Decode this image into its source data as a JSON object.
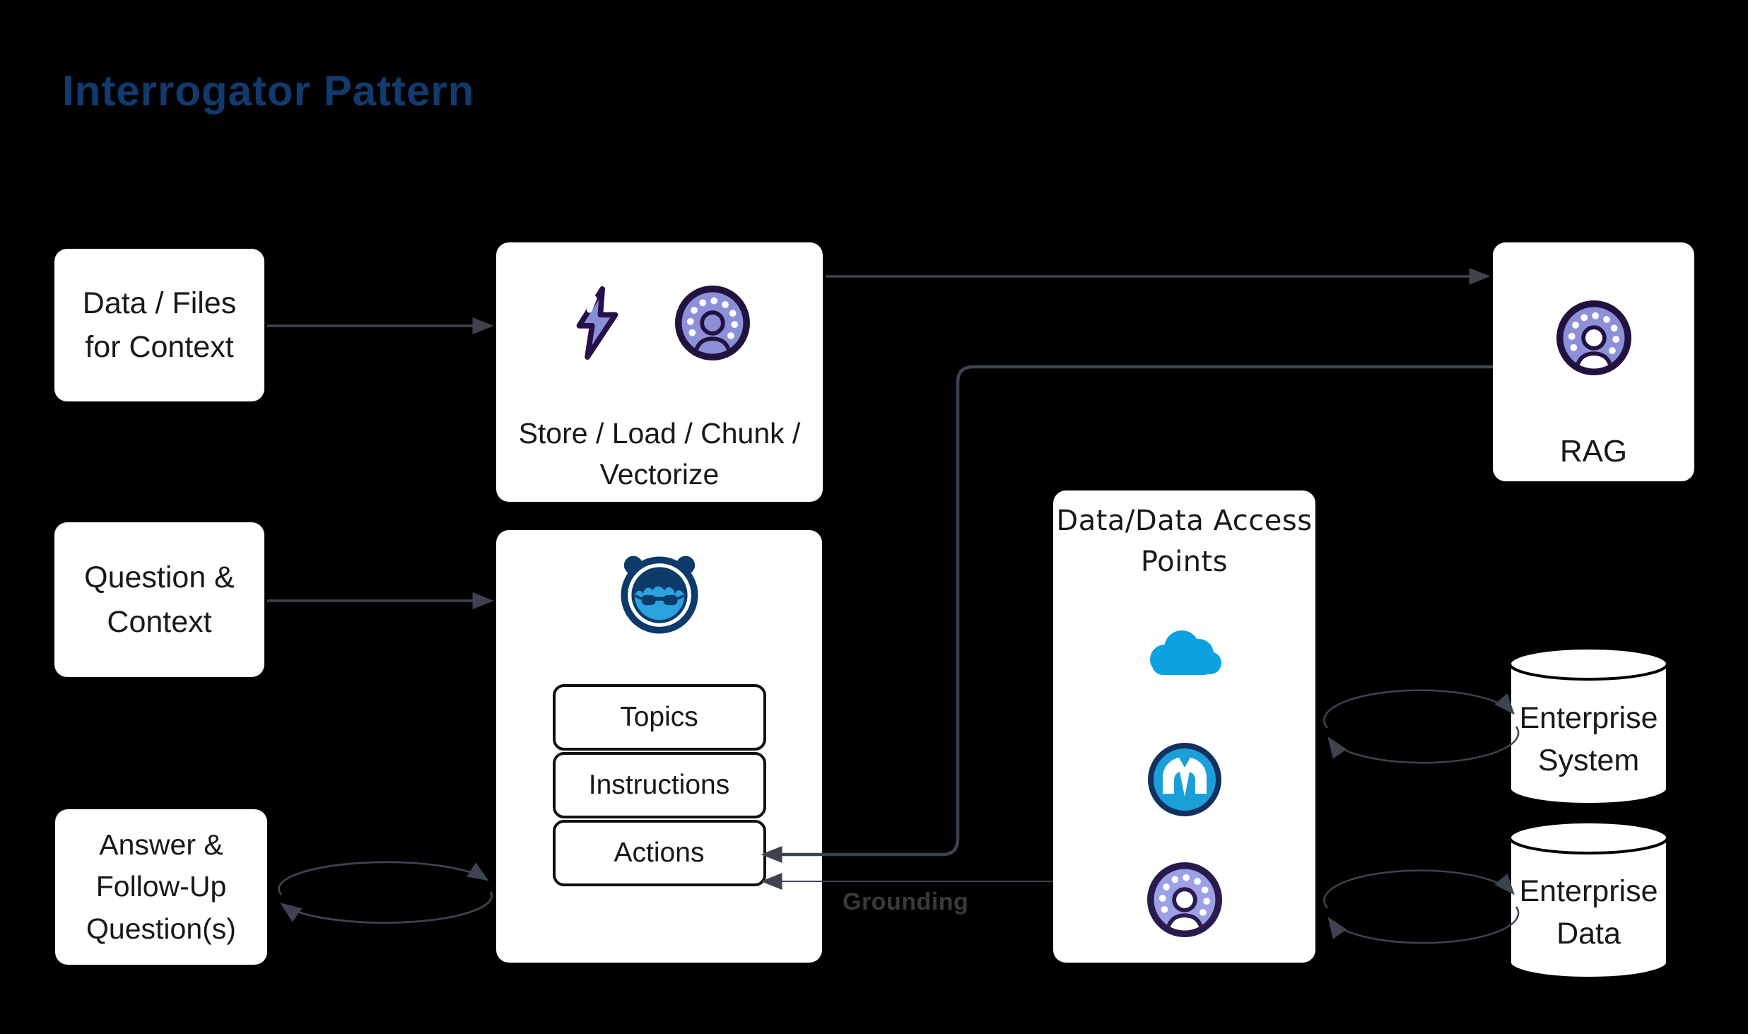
{
  "title": "Interrogator Pattern",
  "grounding_label": "Grounding",
  "boxes": {
    "data_files": {
      "lines": [
        "Data / Files",
        "for Context"
      ]
    },
    "question_context": {
      "lines": [
        "Question &",
        "Context"
      ]
    },
    "answer_followup": {
      "lines": [
        "Answer &",
        "Follow-Up",
        "Question(s)"
      ]
    },
    "store": {
      "lines": [
        "Store / Load / Chunk /",
        "Vectorize"
      ],
      "icons": [
        "lightning-bolt-icon",
        "einstein-avatar-icon"
      ]
    },
    "agent": {
      "icon": "agentforce-mascot-icon",
      "chips": [
        "Topics",
        "Instructions",
        "Actions"
      ]
    },
    "rag": {
      "label": "RAG",
      "icon": "einstein-avatar-icon"
    },
    "data_access": {
      "lines": [
        "Data/Data Access",
        "Points"
      ],
      "icons": [
        "salesforce-cloud-icon",
        "mulesoft-icon",
        "einstein-avatar-icon"
      ]
    },
    "enterprise_system": {
      "lines": [
        "Enterprise",
        "System"
      ]
    },
    "enterprise_data": {
      "lines": [
        "Enterprise",
        "Data"
      ]
    }
  },
  "colors": {
    "background": "#000000",
    "title_text": "#123a6e",
    "connector": "#3d4450",
    "grounding_text": "#3a3a3c",
    "box_background": "#ffffff",
    "box_text": "#17181a",
    "salesforce_blue": "#0ea1e0",
    "mulesoft_blue": "#1b9fd8",
    "mulesoft_navy": "#12315f",
    "agent_navy": "#0c3a69",
    "agent_blue": "#2aa3df",
    "einstein_purple": "#8c90d8",
    "einstein_purple_light": "#9ca0e4",
    "einstein_outline": "#22123f",
    "bolt_purple": "#8a8ed8",
    "bolt_outline": "#251048"
  }
}
